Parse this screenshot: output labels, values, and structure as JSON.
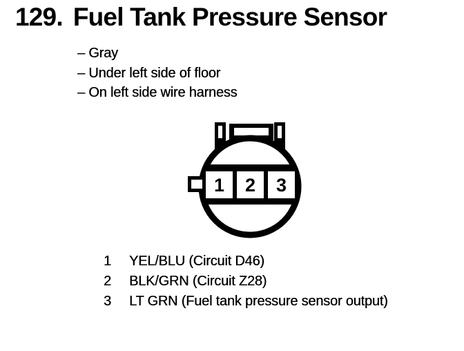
{
  "heading": {
    "number": "129.",
    "title": "Fuel Tank Pressure Sensor"
  },
  "attributes": {
    "items": [
      "– Gray",
      "– Under left side of floor",
      "– On left side wire harness"
    ]
  },
  "connector": {
    "pin_labels": [
      "1",
      "2",
      "3"
    ]
  },
  "pinout": {
    "rows": [
      {
        "pin": "1",
        "wire": "YEL/BLU (Circuit D46)"
      },
      {
        "pin": "2",
        "wire": "BLK/GRN (Circuit Z28)"
      },
      {
        "pin": "3",
        "wire": "LT GRN (Fuel tank pressure sensor output)"
      }
    ]
  },
  "colors": {
    "ink": "#000000",
    "paper": "#ffffff"
  }
}
